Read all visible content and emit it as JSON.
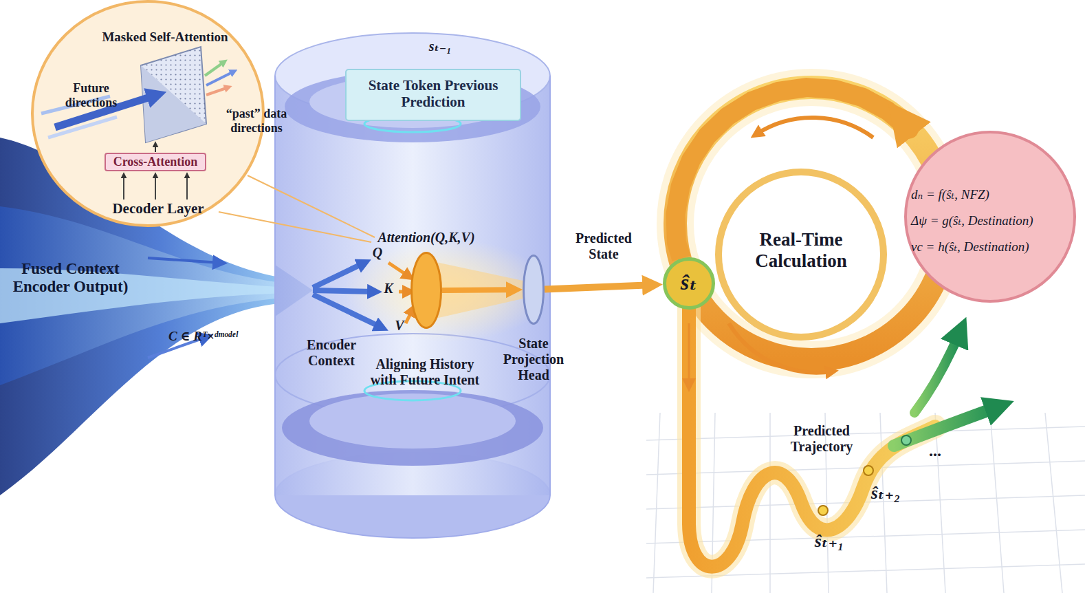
{
  "diagram": {
    "nodes": [
      {
        "text": [
          "Masked Self-Attention",
          "Future directions",
          "“past” data directions",
          "Decoder Layer"
        ]
      },
      {
        "text": [
          "Cross-Attention"
        ],
        "in": 0
      },
      {
        "text": [
          "State Token Previous Prediction"
        ]
      },
      {
        "text": [
          "Attention(Q,K,V)"
        ]
      },
      {
        "text": [
          "State Projection Head"
        ]
      },
      {
        "text": [
          "ŝₜ"
        ]
      },
      {
        "text": [
          "Real-Time Calculation"
        ]
      },
      {
        "text": [
          "dₙ = f(ŝₜ, NFZ)",
          "Δψ = g(ŝₜ, Destination)",
          "vc = h(ŝₜ, Destination)"
        ]
      }
    ],
    "edges": [
      {
        "from": 3,
        "to": 4,
        "arrow": "to"
      },
      {
        "from": 4,
        "to": 5,
        "label": "Predicted State",
        "arrow": "to"
      },
      {
        "from": 5,
        "to": 7,
        "arrow": "to"
      }
    ],
    "labels": [
      "sₜ₋₁",
      "Fused Context Encoder Output)",
      "C ∈ Rᵀ×ᵈᵐᵒᵈᵉˡ",
      "Q",
      "K",
      "V",
      "Encoder Context",
      "Aligning History with Future Intent",
      "Predicted Trajectory",
      "ŝₜ₊₁",
      "ŝₜ₊₂",
      "..."
    ]
  }
}
